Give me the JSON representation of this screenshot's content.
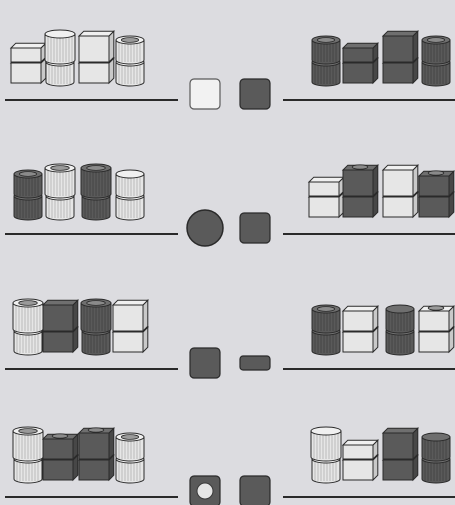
{
  "palette": {
    "background": "#dcdce0",
    "rule": "#2a2a2a",
    "light_face": "#e6e6e6",
    "light_side": "#c9c9c9",
    "light_top": "#f0f0f0",
    "dark_face": "#5a5a5a",
    "dark_side": "#474747",
    "dark_top": "#6f6f6f",
    "stroke": "#2a2a2a"
  },
  "puzzle_rows": [
    {
      "left_stacks": [
        [
          "light-cube",
          "light-cube-lid"
        ],
        [
          "light-cylinder",
          "light-cylinder-tall"
        ],
        [
          "light-cube",
          "light-cube-tall"
        ],
        [
          "light-cylinder",
          "light-cylinder-open"
        ]
      ],
      "symbols": [
        "light-square",
        "dark-square"
      ],
      "right_stacks": [
        [
          "dark-cylinder",
          "dark-cylinder-open"
        ],
        [
          "dark-cube",
          "dark-cube-lid"
        ],
        [
          "dark-cube",
          "dark-cube-tall"
        ],
        [
          "dark-cylinder",
          "dark-cylinder-open"
        ]
      ]
    },
    {
      "left_stacks": [
        [
          "dark-cylinder",
          "dark-cylinder-open"
        ],
        [
          "light-cylinder",
          "light-cylinder-open-tall"
        ],
        [
          "dark-cylinder",
          "dark-cylinder-open-tall"
        ],
        [
          "light-cylinder",
          "light-cylinder"
        ]
      ],
      "symbols": [
        "dark-circle",
        "dark-square"
      ],
      "right_stacks": [
        [
          "light-cube",
          "light-cube-lid"
        ],
        [
          "dark-cube",
          "dark-cube-open-tall"
        ],
        [
          "light-cube",
          "light-cube-tall"
        ],
        [
          "dark-cube",
          "dark-cube-open"
        ]
      ]
    },
    {
      "left_stacks": [
        [
          "light-cylinder",
          "light-cylinder-open-tall"
        ],
        [
          "dark-cube",
          "dark-cube-tall"
        ],
        [
          "dark-cylinder",
          "dark-cylinder-open-tall"
        ],
        [
          "light-cube",
          "light-cube-tall"
        ]
      ],
      "symbols": [
        "dark-square",
        "dark-bar"
      ],
      "right_stacks": [
        [
          "dark-cylinder",
          "dark-cylinder-open"
        ],
        [
          "light-cube",
          "light-cube"
        ],
        [
          "dark-cylinder",
          "dark-cylinder"
        ],
        [
          "light-cube",
          "light-cube-open"
        ]
      ]
    },
    {
      "left_stacks": [
        [
          "light-cylinder",
          "light-cylinder-open-tall"
        ],
        [
          "dark-cube",
          "dark-cube-open"
        ],
        [
          "dark-cube",
          "dark-cube-open-tall"
        ],
        [
          "light-cylinder",
          "light-cylinder-open"
        ]
      ],
      "symbols": [
        "dark-square-with-light-circle",
        "dark-square"
      ],
      "right_stacks": [
        [
          "light-cylinder",
          "light-cylinder-tall"
        ],
        [
          "light-cube",
          "light-cube-lid"
        ],
        [
          "dark-cube",
          "dark-cube-tall"
        ],
        [
          "dark-cylinder",
          "dark-cylinder"
        ]
      ]
    }
  ]
}
